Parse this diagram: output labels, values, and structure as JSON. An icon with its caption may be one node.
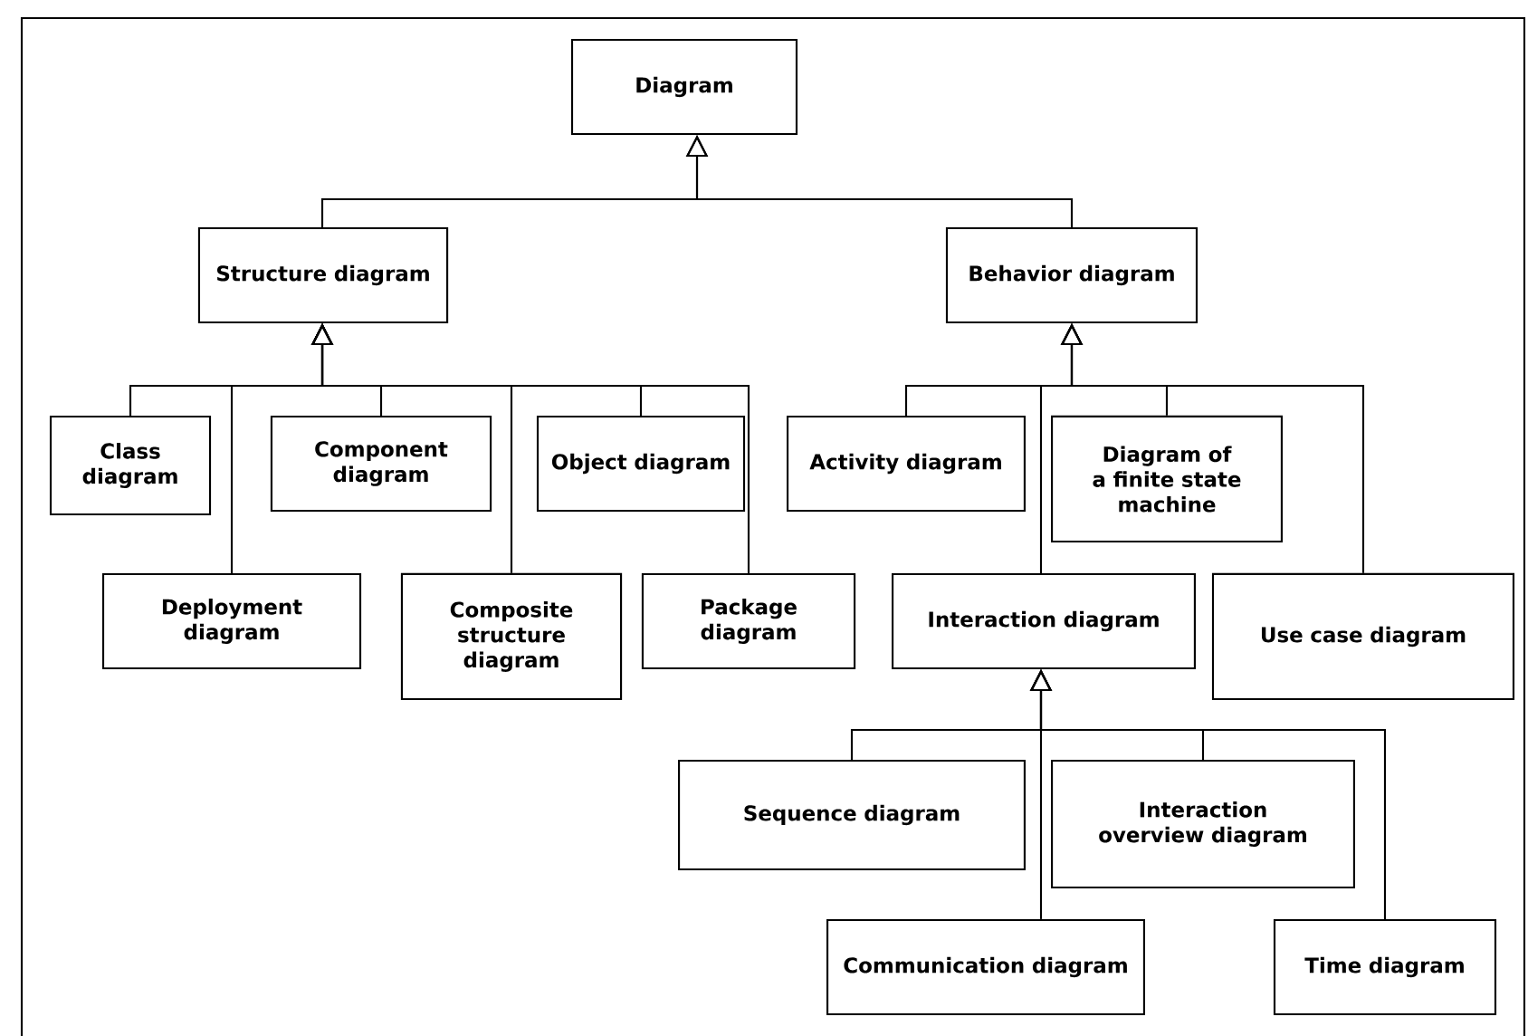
{
  "diagram": {
    "nodes": [
      {
        "text": [
          "Diagram"
        ]
      },
      {
        "text": [
          "Structure diagram"
        ]
      },
      {
        "text": [
          "Behavior diagram"
        ]
      },
      {
        "text": [
          "Class diagram"
        ]
      },
      {
        "text": [
          "Component diagram"
        ]
      },
      {
        "text": [
          "Object diagram"
        ]
      },
      {
        "text": [
          "Deployment diagram"
        ]
      },
      {
        "text": [
          "Composite structure diagram"
        ]
      },
      {
        "text": [
          "Package diagram"
        ]
      },
      {
        "text": [
          "Activity diagram"
        ]
      },
      {
        "text": [
          "Diagram of a finite state machine"
        ]
      },
      {
        "text": [
          "Interaction diagram"
        ]
      },
      {
        "text": [
          "Use case diagram"
        ]
      },
      {
        "text": [
          "Sequence diagram"
        ]
      },
      {
        "text": [
          "Interaction overview diagram"
        ]
      },
      {
        "text": [
          "Communication diagram"
        ]
      },
      {
        "text": [
          "Time diagram"
        ]
      }
    ],
    "edges": [
      {
        "from": 1,
        "to": 0,
        "arrow": "to"
      },
      {
        "from": 2,
        "to": 0,
        "arrow": "to"
      },
      {
        "from": 3,
        "to": 1,
        "arrow": "to"
      },
      {
        "from": 6,
        "to": 1,
        "arrow": "to"
      },
      {
        "from": 4,
        "to": 1,
        "arrow": "to"
      },
      {
        "from": 7,
        "to": 1,
        "arrow": "to"
      },
      {
        "from": 5,
        "to": 1,
        "arrow": "to"
      },
      {
        "from": 8,
        "to": 1,
        "arrow": "to"
      },
      {
        "from": 9,
        "to": 2,
        "arrow": "to"
      },
      {
        "from": 11,
        "to": 2,
        "arrow": "to"
      },
      {
        "from": 10,
        "to": 2,
        "arrow": "to"
      },
      {
        "from": 12,
        "to": 2,
        "arrow": "to"
      },
      {
        "from": 13,
        "to": 11,
        "arrow": "to"
      },
      {
        "from": 15,
        "to": 11,
        "arrow": "to"
      },
      {
        "from": 14,
        "to": 11,
        "arrow": "to"
      },
      {
        "from": 16,
        "to": 11,
        "arrow": "to"
      }
    ]
  }
}
